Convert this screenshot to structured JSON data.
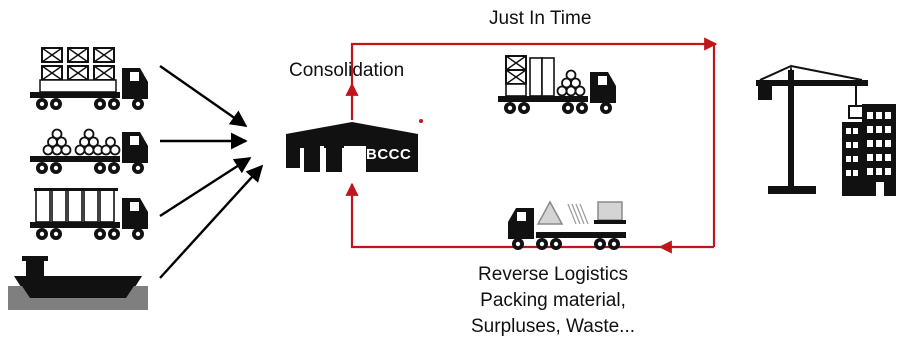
{
  "labels": {
    "just_in_time": "Just In Time",
    "consolidation": "Consolidation",
    "hub": "BCCC",
    "reverse_logistics_lines": [
      "Reverse Logistics",
      "Packing material,",
      "Surpluses, Waste..."
    ]
  },
  "colors": {
    "flow_line": "#c0161b",
    "inbound_arrow": "#000000",
    "icon_fill": "#111111",
    "ship_water": "#7f7f7f"
  },
  "icons": {
    "inbound": [
      "truck-crates-icon",
      "truck-pipes-icon",
      "truck-panels-icon",
      "ship-icon"
    ],
    "warehouse": "warehouse-icon",
    "outbound_truck": "truck-mixed-load-icon",
    "return_truck": "truck-return-load-icon",
    "site": "construction-site-icon"
  }
}
